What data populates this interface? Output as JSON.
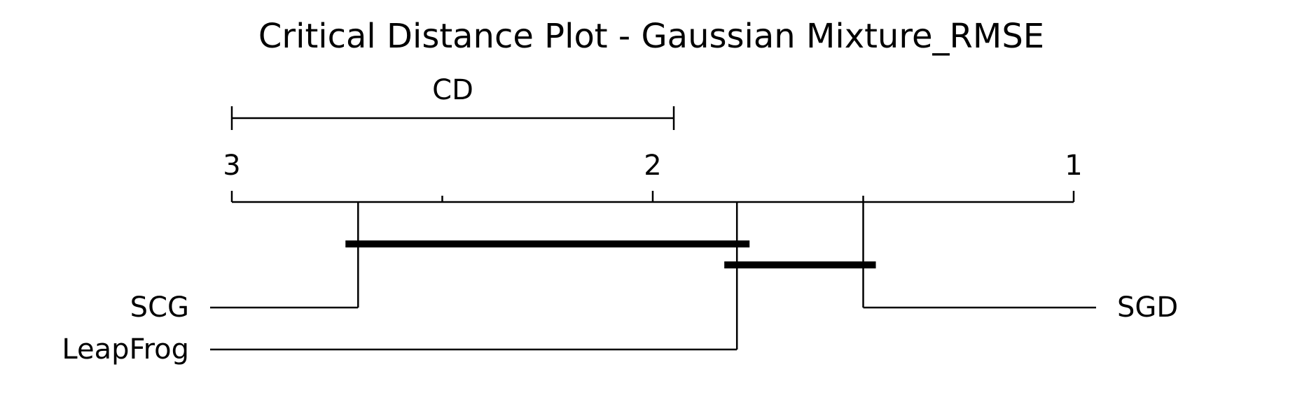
{
  "chart_data": {
    "type": "critical-difference",
    "title": "Critical Distance Plot - Gaussian Mixture_RMSE",
    "cd_label": "CD",
    "cd_value": 1.05,
    "axis": {
      "min": 1,
      "max": 3,
      "reversed": true,
      "major_ticks": [
        3,
        2,
        1
      ],
      "minor_ticks": [
        2.5,
        1.5
      ]
    },
    "methods": [
      {
        "name": "SCG",
        "rank": 2.7,
        "side": "left"
      },
      {
        "name": "LeapFrog",
        "rank": 1.8,
        "side": "left"
      },
      {
        "name": "SGD",
        "rank": 1.5,
        "side": "right"
      }
    ],
    "cliques": [
      {
        "from": 2.73,
        "to": 1.77
      },
      {
        "from": 1.83,
        "to": 1.47
      }
    ],
    "colors": {
      "line": "#000000",
      "background": "#ffffff"
    }
  }
}
